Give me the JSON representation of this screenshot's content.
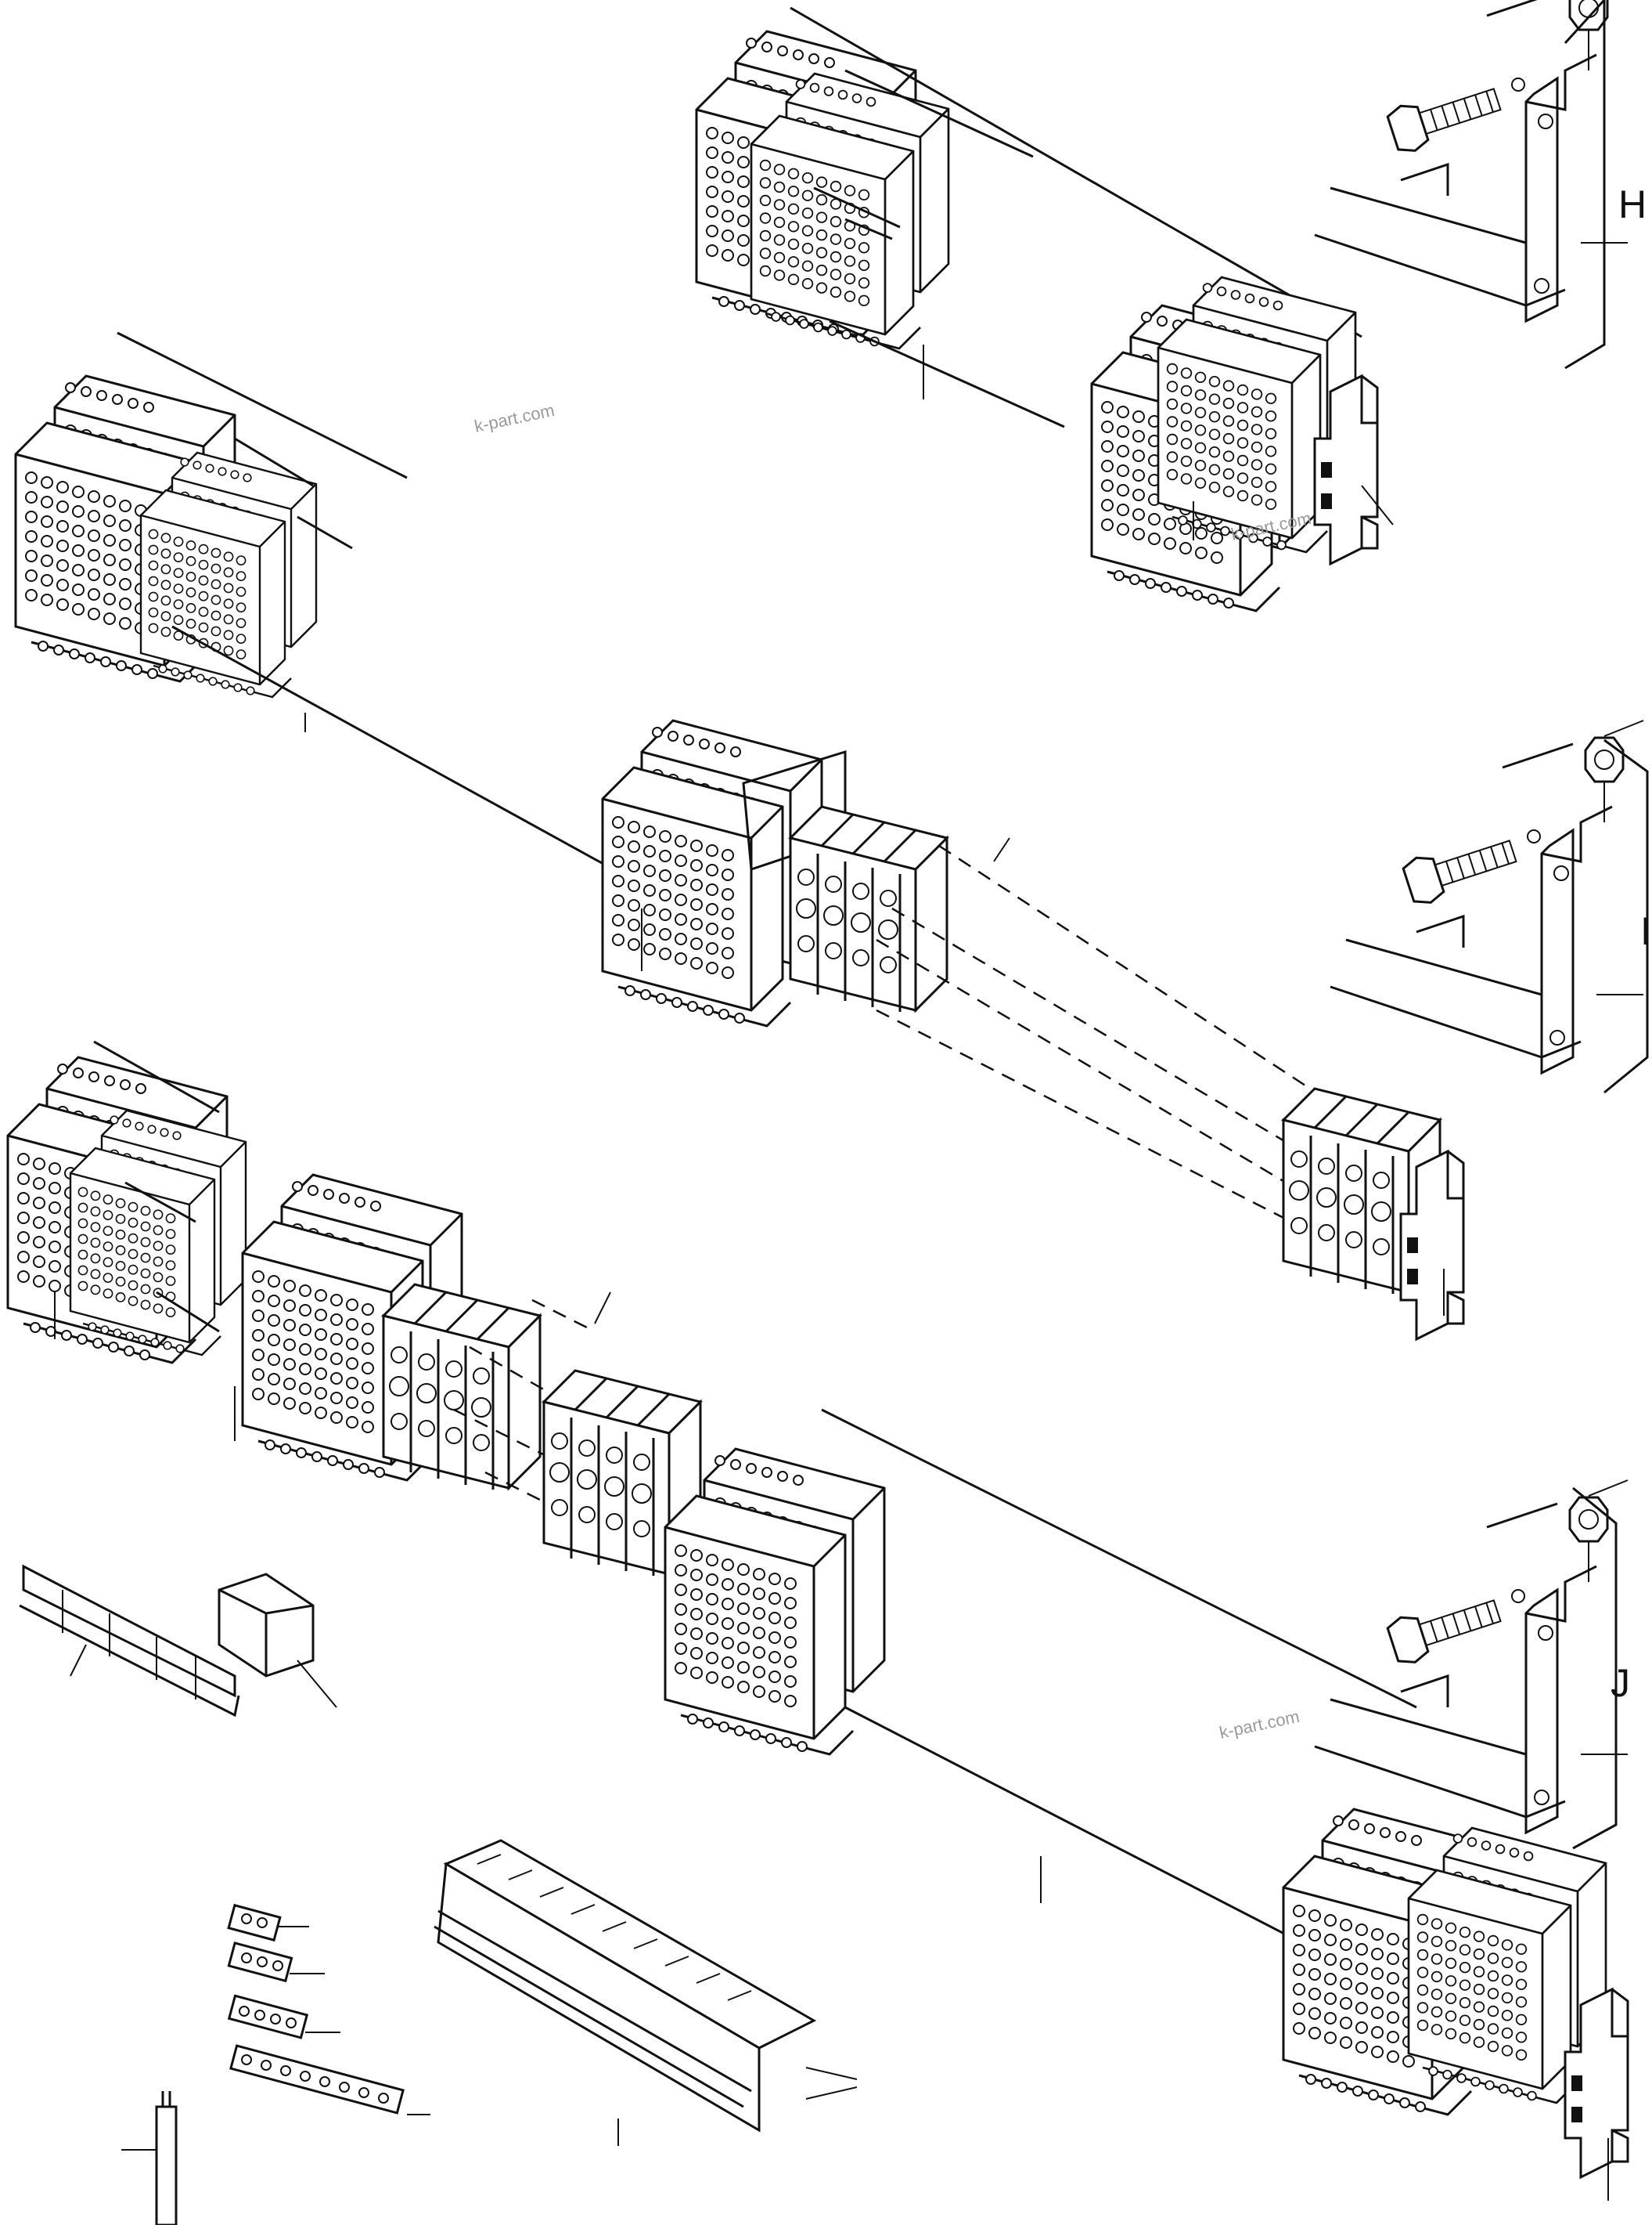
{
  "labels": {
    "h": "H",
    "i": "I",
    "j": "J"
  },
  "watermarks": [
    "k-part.com",
    "k-part.com",
    "k-part.com"
  ]
}
